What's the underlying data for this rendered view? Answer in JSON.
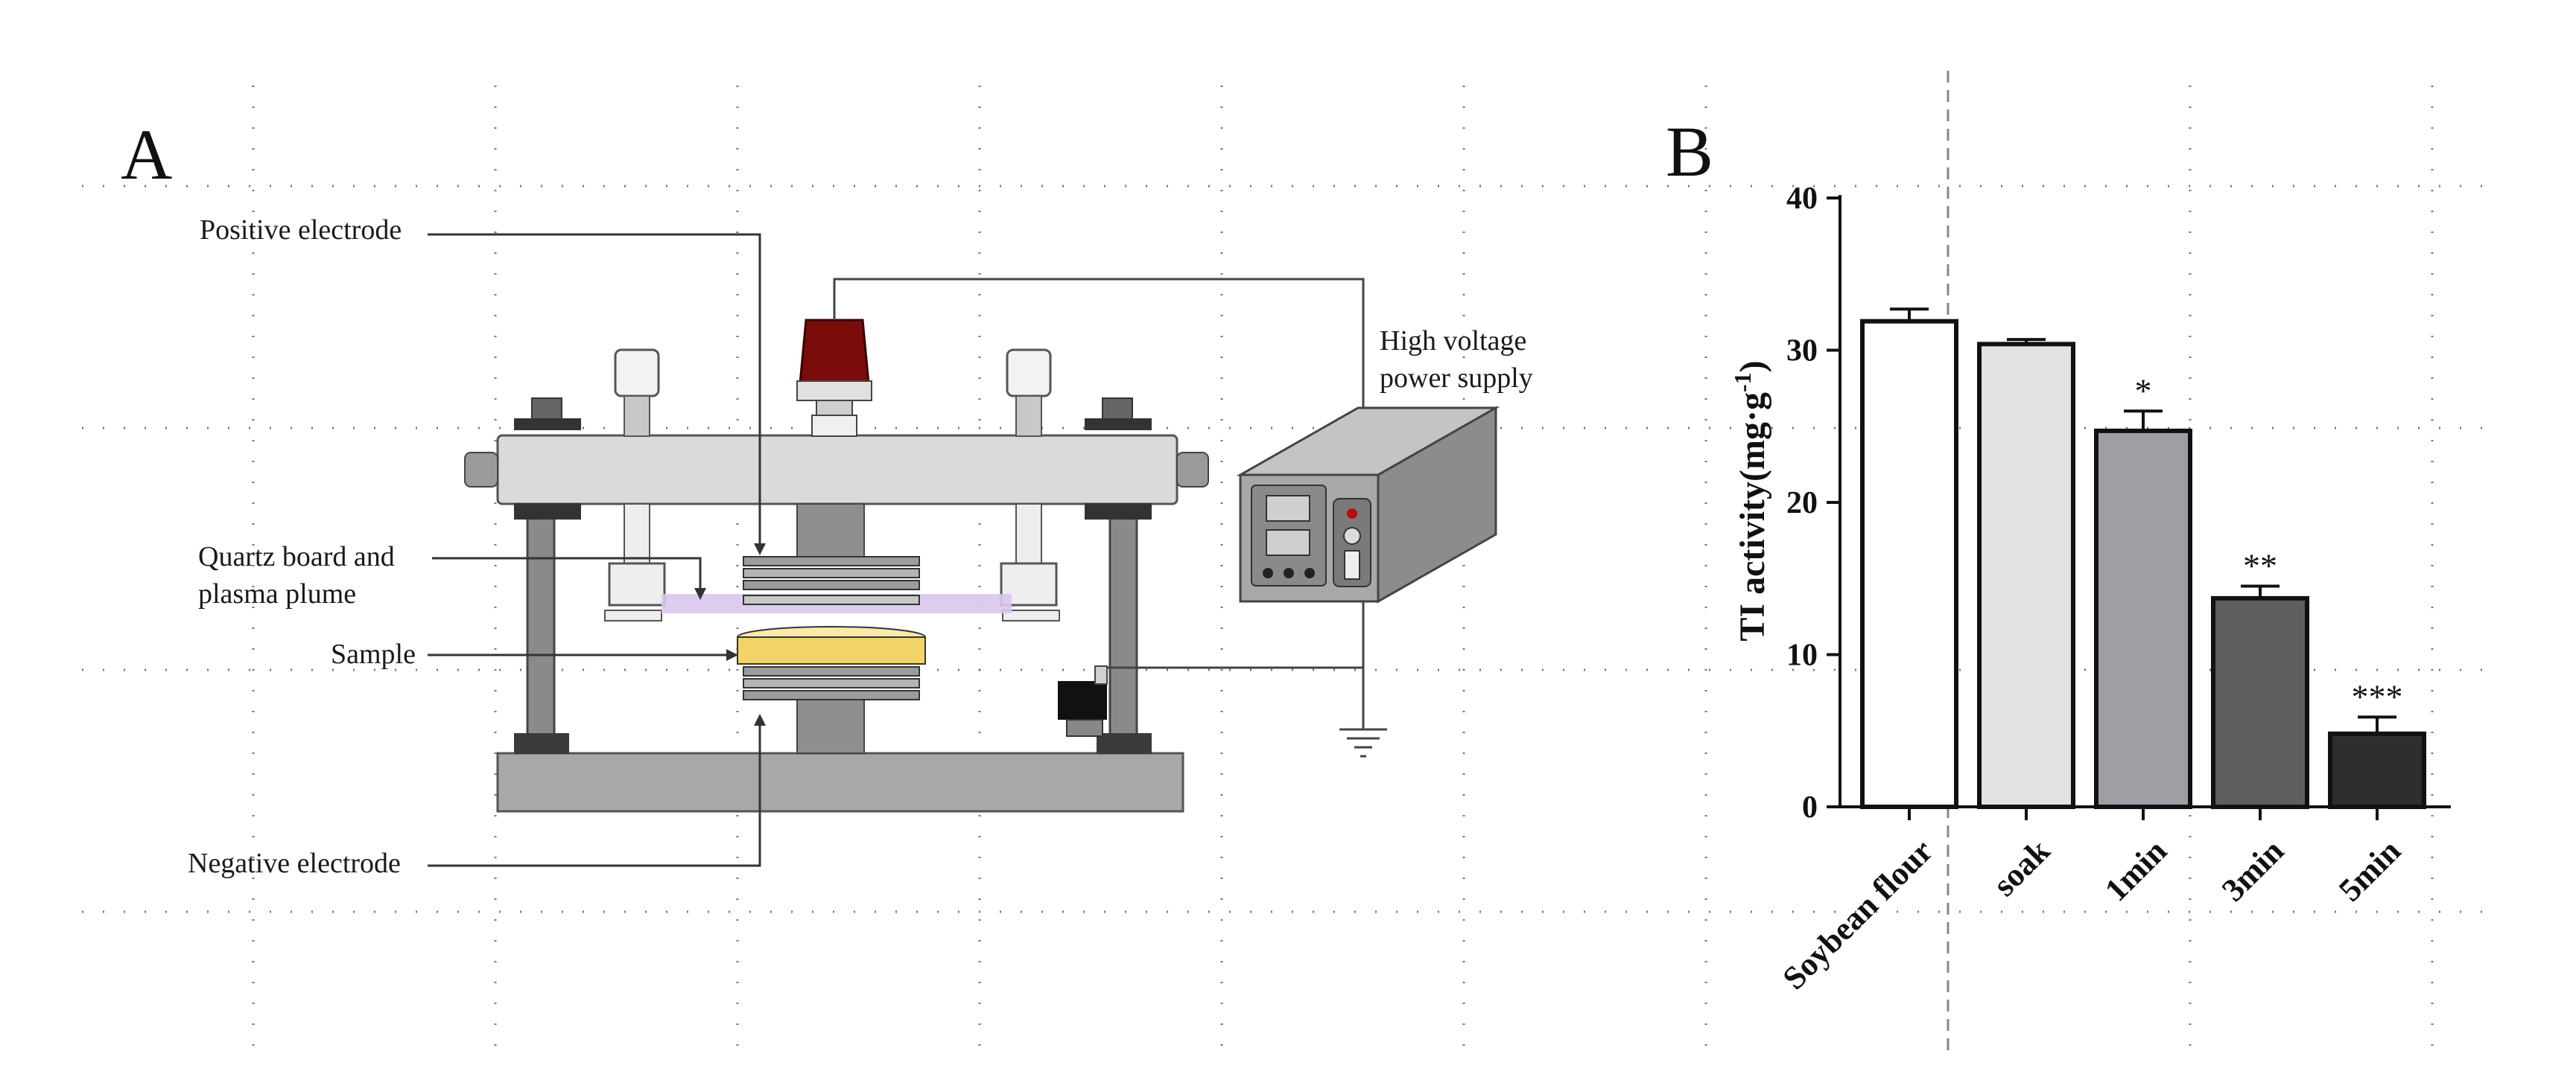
{
  "panel_a": {
    "letter": "A",
    "labels": {
      "positive_electrode": "Positive electrode",
      "high_voltage_line1": "High voltage",
      "high_voltage_line2": "power supply",
      "quartz_line1": "Quartz board and",
      "quartz_line2": "plasma plume",
      "sample": "Sample",
      "negative_electrode": "Negative electrode"
    },
    "colors": {
      "cap": "#7a0c0c",
      "sample": "#f3d469",
      "plasma": "#d9c6ee",
      "frame": "#d9d9d9",
      "base": "#a8a8a8",
      "box": "#8c8c8c"
    }
  },
  "panel_b": {
    "letter": "B"
  },
  "chart_data": {
    "type": "bar",
    "categories": [
      "Soybean flour",
      "soak",
      "1min",
      "3min",
      "5min"
    ],
    "values": [
      31.9,
      30.4,
      24.7,
      13.7,
      4.8
    ],
    "errors": [
      0.8,
      0.3,
      1.3,
      0.8,
      1.1
    ],
    "significance": [
      "",
      "",
      "*",
      "**",
      "***"
    ],
    "bar_colors": [
      "#ffffff",
      "#e2e2e2",
      "#9e9ea4",
      "#5e5e60",
      "#2e2e2e"
    ],
    "ylabel": "TI activity(mg·g",
    "ylabel_sup": "-1",
    "ylabel_close": ")",
    "ylim": [
      0,
      40
    ],
    "yticks": [
      0,
      10,
      20,
      30,
      40
    ],
    "grid": false
  }
}
